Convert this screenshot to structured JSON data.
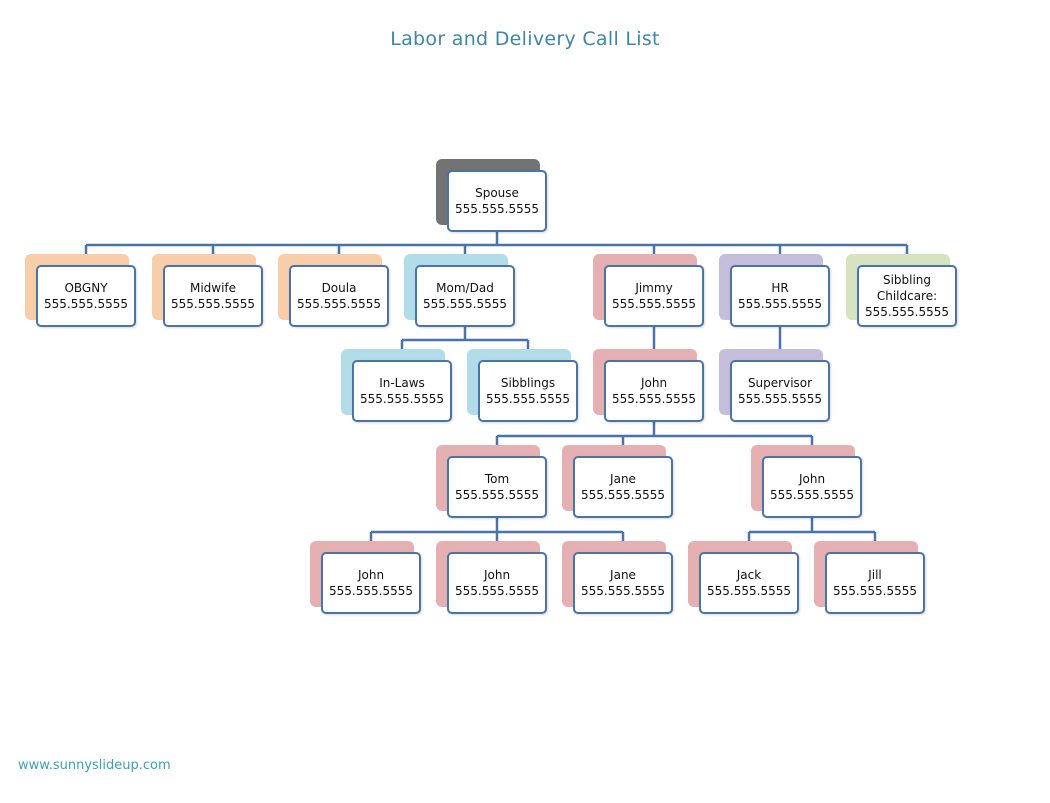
{
  "title": "Labor and Delivery Call List",
  "footer": "www.sunnyslideup.com",
  "colors": {
    "line": "#4a73a8",
    "border": "#4a73a8",
    "accents": {
      "gray": "#737373",
      "peach": "#f8cda9",
      "blue": "#b2dde8",
      "pink": "#e5b0b1",
      "lavender": "#c5bedb",
      "green": "#d5e3c1"
    }
  },
  "nodes": {
    "spouse": {
      "name": "Spouse",
      "phone": "555.555.5555",
      "accent": "gray"
    },
    "obgny": {
      "name": "OBGNY",
      "phone": "555.555.5555",
      "accent": "peach"
    },
    "midwife": {
      "name": "Midwife",
      "phone": "555.555.5555",
      "accent": "peach"
    },
    "doula": {
      "name": "Doula",
      "phone": "555.555.5555",
      "accent": "peach"
    },
    "momdad": {
      "name": "Mom/Dad",
      "phone": "555.555.5555",
      "accent": "blue"
    },
    "jimmy": {
      "name": "Jimmy",
      "phone": "555.555.5555",
      "accent": "pink"
    },
    "hr": {
      "name": "HR",
      "phone": "555.555.5555",
      "accent": "lavender"
    },
    "sibchild": {
      "name": "Sibbling Childcare:",
      "phone": "555.555.5555",
      "accent": "green"
    },
    "inlaws": {
      "name": "In-Laws",
      "phone": "555.555.5555",
      "accent": "blue"
    },
    "sibblings": {
      "name": "Sibblings",
      "phone": "555.555.5555",
      "accent": "blue"
    },
    "john1": {
      "name": "John",
      "phone": "555.555.5555",
      "accent": "pink"
    },
    "supervisor": {
      "name": "Supervisor",
      "phone": "555.555.5555",
      "accent": "lavender"
    },
    "tom": {
      "name": "Tom",
      "phone": "555.555.5555",
      "accent": "pink"
    },
    "jane1": {
      "name": "Jane",
      "phone": "555.555.5555",
      "accent": "pink"
    },
    "john2": {
      "name": "John",
      "phone": "555.555.5555",
      "accent": "pink"
    },
    "john3": {
      "name": "John",
      "phone": "555.555.5555",
      "accent": "pink"
    },
    "john4": {
      "name": "John",
      "phone": "555.555.5555",
      "accent": "pink"
    },
    "jane2": {
      "name": "Jane",
      "phone": "555.555.5555",
      "accent": "pink"
    },
    "jack": {
      "name": "Jack",
      "phone": "555.555.5555",
      "accent": "pink"
    },
    "jill": {
      "name": "Jill",
      "phone": "555.555.5555",
      "accent": "pink"
    }
  },
  "edges": [
    [
      "spouse",
      "obgny"
    ],
    [
      "spouse",
      "midwife"
    ],
    [
      "spouse",
      "doula"
    ],
    [
      "spouse",
      "momdad"
    ],
    [
      "spouse",
      "jimmy"
    ],
    [
      "spouse",
      "hr"
    ],
    [
      "spouse",
      "sibchild"
    ],
    [
      "momdad",
      "inlaws"
    ],
    [
      "momdad",
      "sibblings"
    ],
    [
      "jimmy",
      "john1"
    ],
    [
      "hr",
      "supervisor"
    ],
    [
      "john1",
      "tom"
    ],
    [
      "john1",
      "jane1"
    ],
    [
      "john1",
      "john2"
    ],
    [
      "tom",
      "john3"
    ],
    [
      "tom",
      "john4"
    ],
    [
      "tom",
      "jane2"
    ],
    [
      "john2",
      "jack"
    ],
    [
      "john2",
      "jill"
    ]
  ]
}
